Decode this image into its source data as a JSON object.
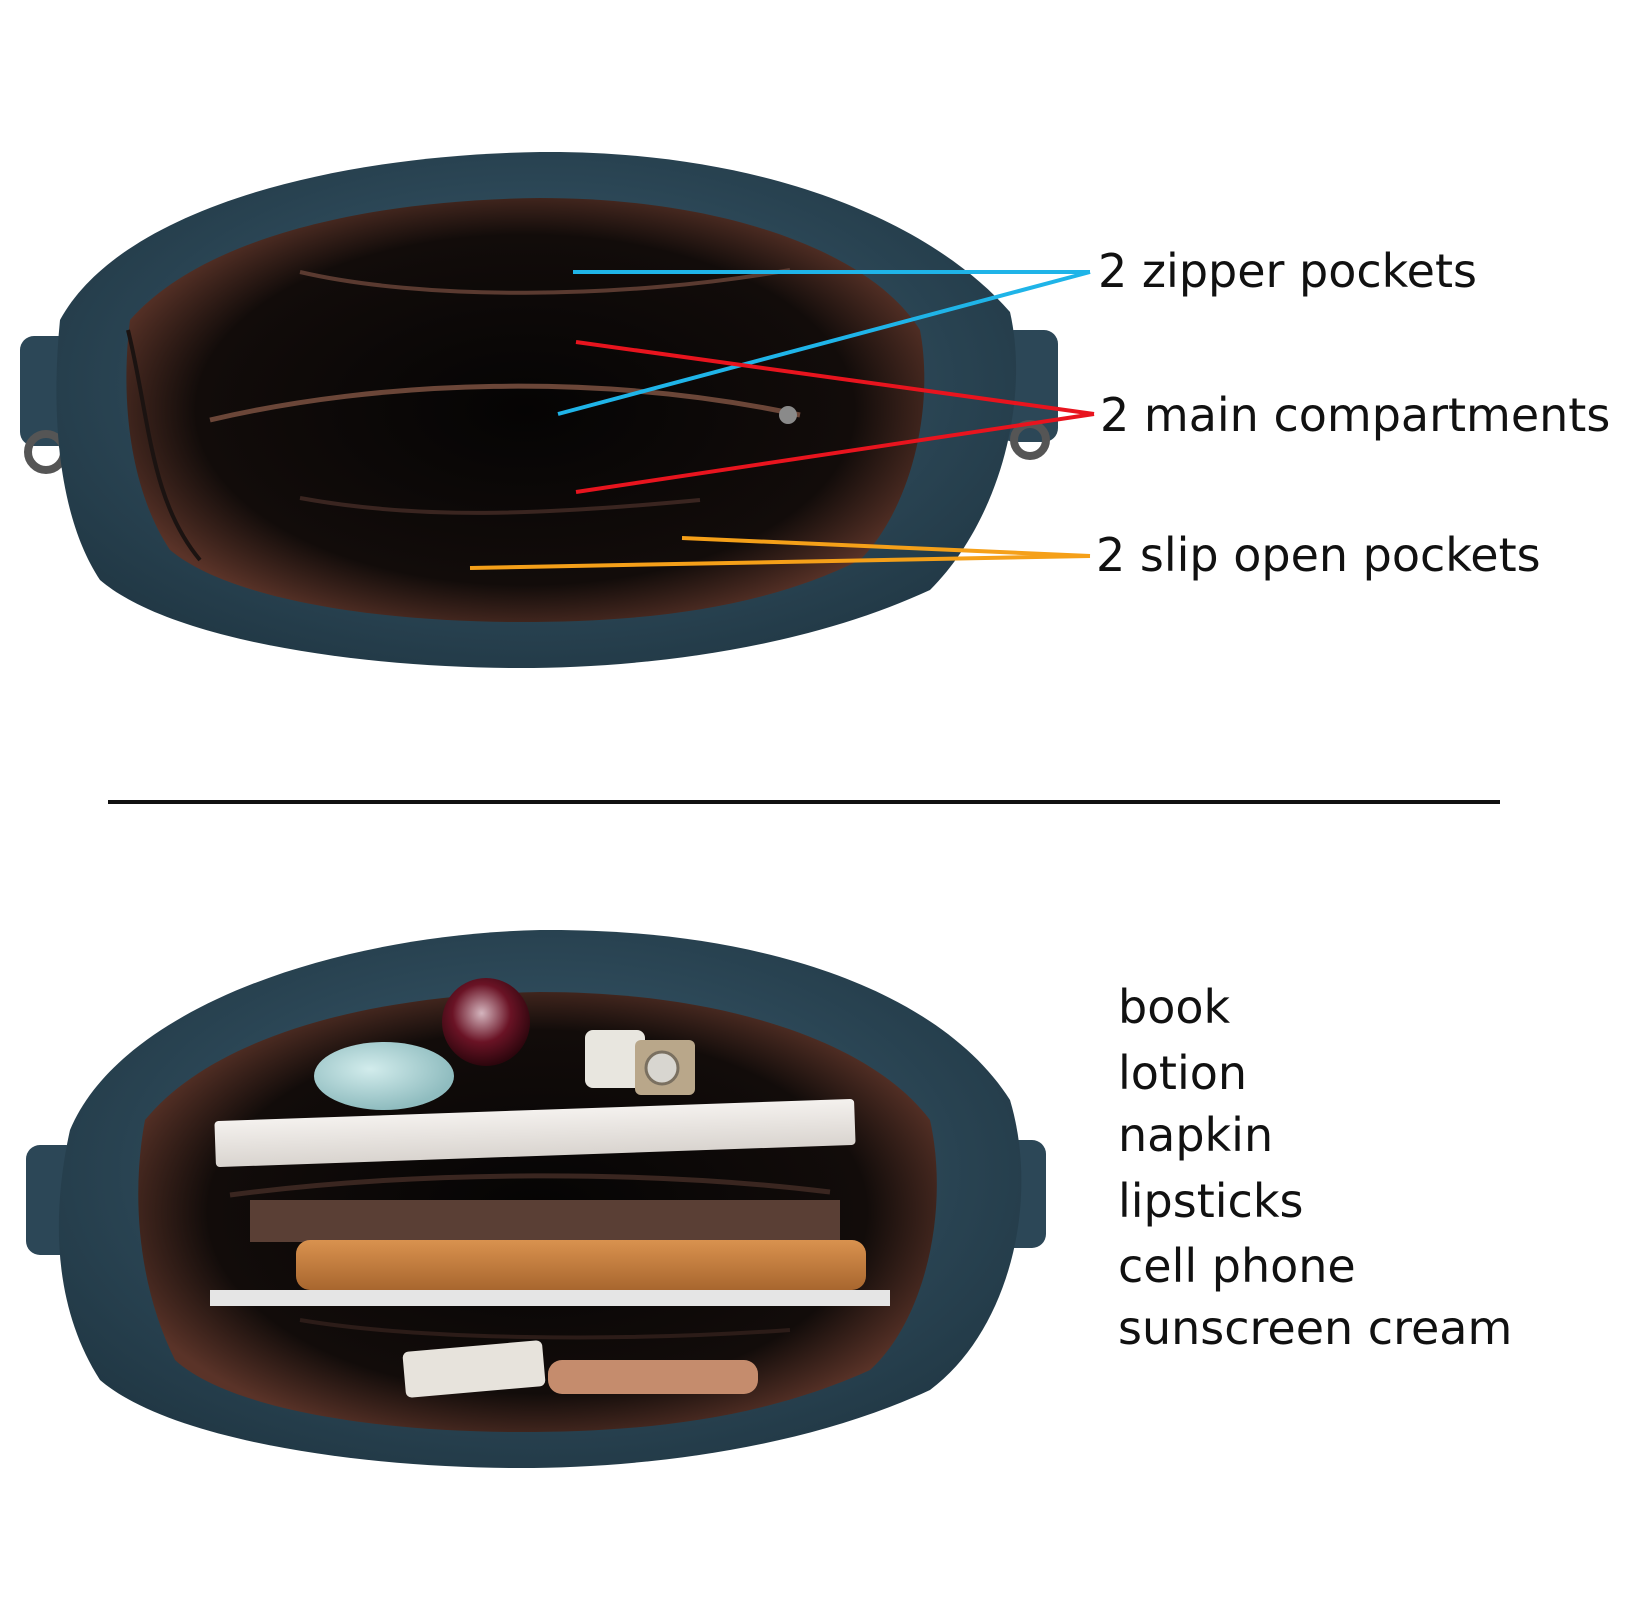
{
  "colors": {
    "zipper_line": "#1fb4e8",
    "compartment_line": "#e8141e",
    "slip_line": "#f5a019",
    "divider": "#111111",
    "leather": "#2f4b5c",
    "lining_dark": "#0b0908",
    "lining_brown": "#4a2a22"
  },
  "top_photo": {
    "annotations": [
      {
        "name": "zipper-pockets",
        "text": "2 zipper pockets"
      },
      {
        "name": "main-compartments",
        "text": "2 main compartments"
      },
      {
        "name": "slip-open-pockets",
        "text": "2 slip open pockets"
      }
    ]
  },
  "bottom_photo": {
    "contents": [
      "book",
      "lotion",
      "napkin",
      "lipsticks",
      "cell phone",
      "sunscreen cream"
    ]
  }
}
